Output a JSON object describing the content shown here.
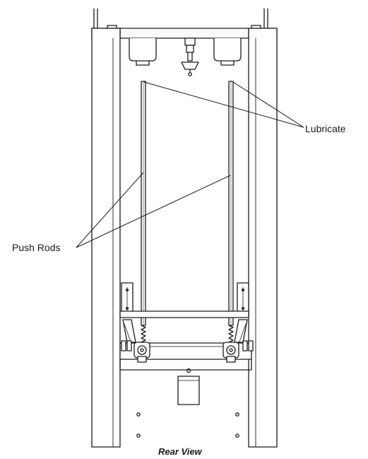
{
  "callouts": {
    "lubricate": "Lubricate",
    "push_rods": "Push Rods"
  },
  "caption": "Rear View",
  "colors": {
    "line": "#1a1a1a",
    "fill_light": "#f2f2f2",
    "fill_mid": "#d9d9d9"
  }
}
